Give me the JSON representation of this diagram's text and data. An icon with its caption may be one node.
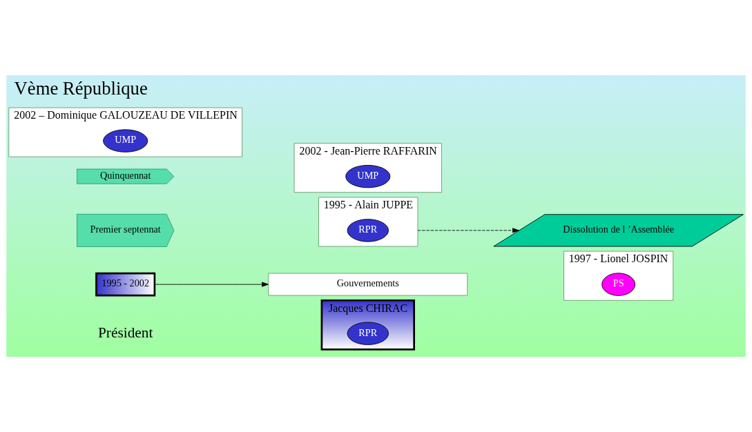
{
  "diagram": {
    "title": "Vème République",
    "nodes": [
      {
        "text": [
          "Jacques CHIRAC"
        ]
      },
      {
        "text": [
          "RPR"
        ],
        "in": 0
      },
      {
        "text": [
          "1995 - 2002"
        ]
      },
      {
        "text": [
          "Gouvernements"
        ]
      },
      {
        "text": [
          "1995 - Alain JUPPE"
        ]
      },
      {
        "text": [
          "RPR"
        ],
        "in": 4
      },
      {
        "text": [
          "1997 - Lionel JOSPIN"
        ]
      },
      {
        "text": [
          "PS"
        ],
        "in": 6
      },
      {
        "text": [
          "Dissolution de l ’Assemblée"
        ]
      },
      {
        "text": [
          "Premier septennat"
        ]
      },
      {
        "text": [
          "Quinquennat"
        ]
      },
      {
        "text": [
          "2002 - Jean-Pierre RAFFARIN"
        ]
      },
      {
        "text": [
          "UMP"
        ],
        "in": 11
      },
      {
        "text": [
          "2002 – Dominique GALOUZEAU DE VILLEPIN"
        ]
      },
      {
        "text": [
          "UMP"
        ],
        "in": 13
      }
    ],
    "edges": [
      {
        "from": 2,
        "to": 3,
        "arrow": "to"
      },
      {
        "from": 4,
        "to": 8,
        "arrow": "to",
        "style": "dashed"
      }
    ],
    "labels": [
      "Président"
    ]
  }
}
